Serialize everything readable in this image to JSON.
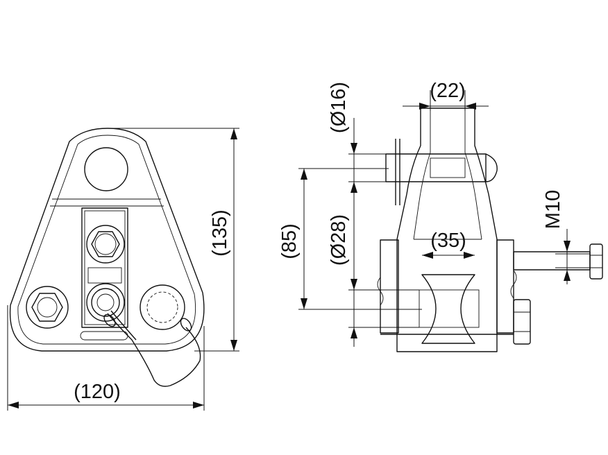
{
  "dimensions": {
    "width_left": "(120)",
    "height_left": "(135)",
    "height_right": "(85)",
    "pin_diameter": "(Ø16)",
    "roller_diameter": "(Ø28)",
    "clevis_width": "(22)",
    "roller_width": "(35)",
    "bolt_thread": "M10"
  },
  "colors": {
    "line": "#111111",
    "background": "#ffffff"
  }
}
